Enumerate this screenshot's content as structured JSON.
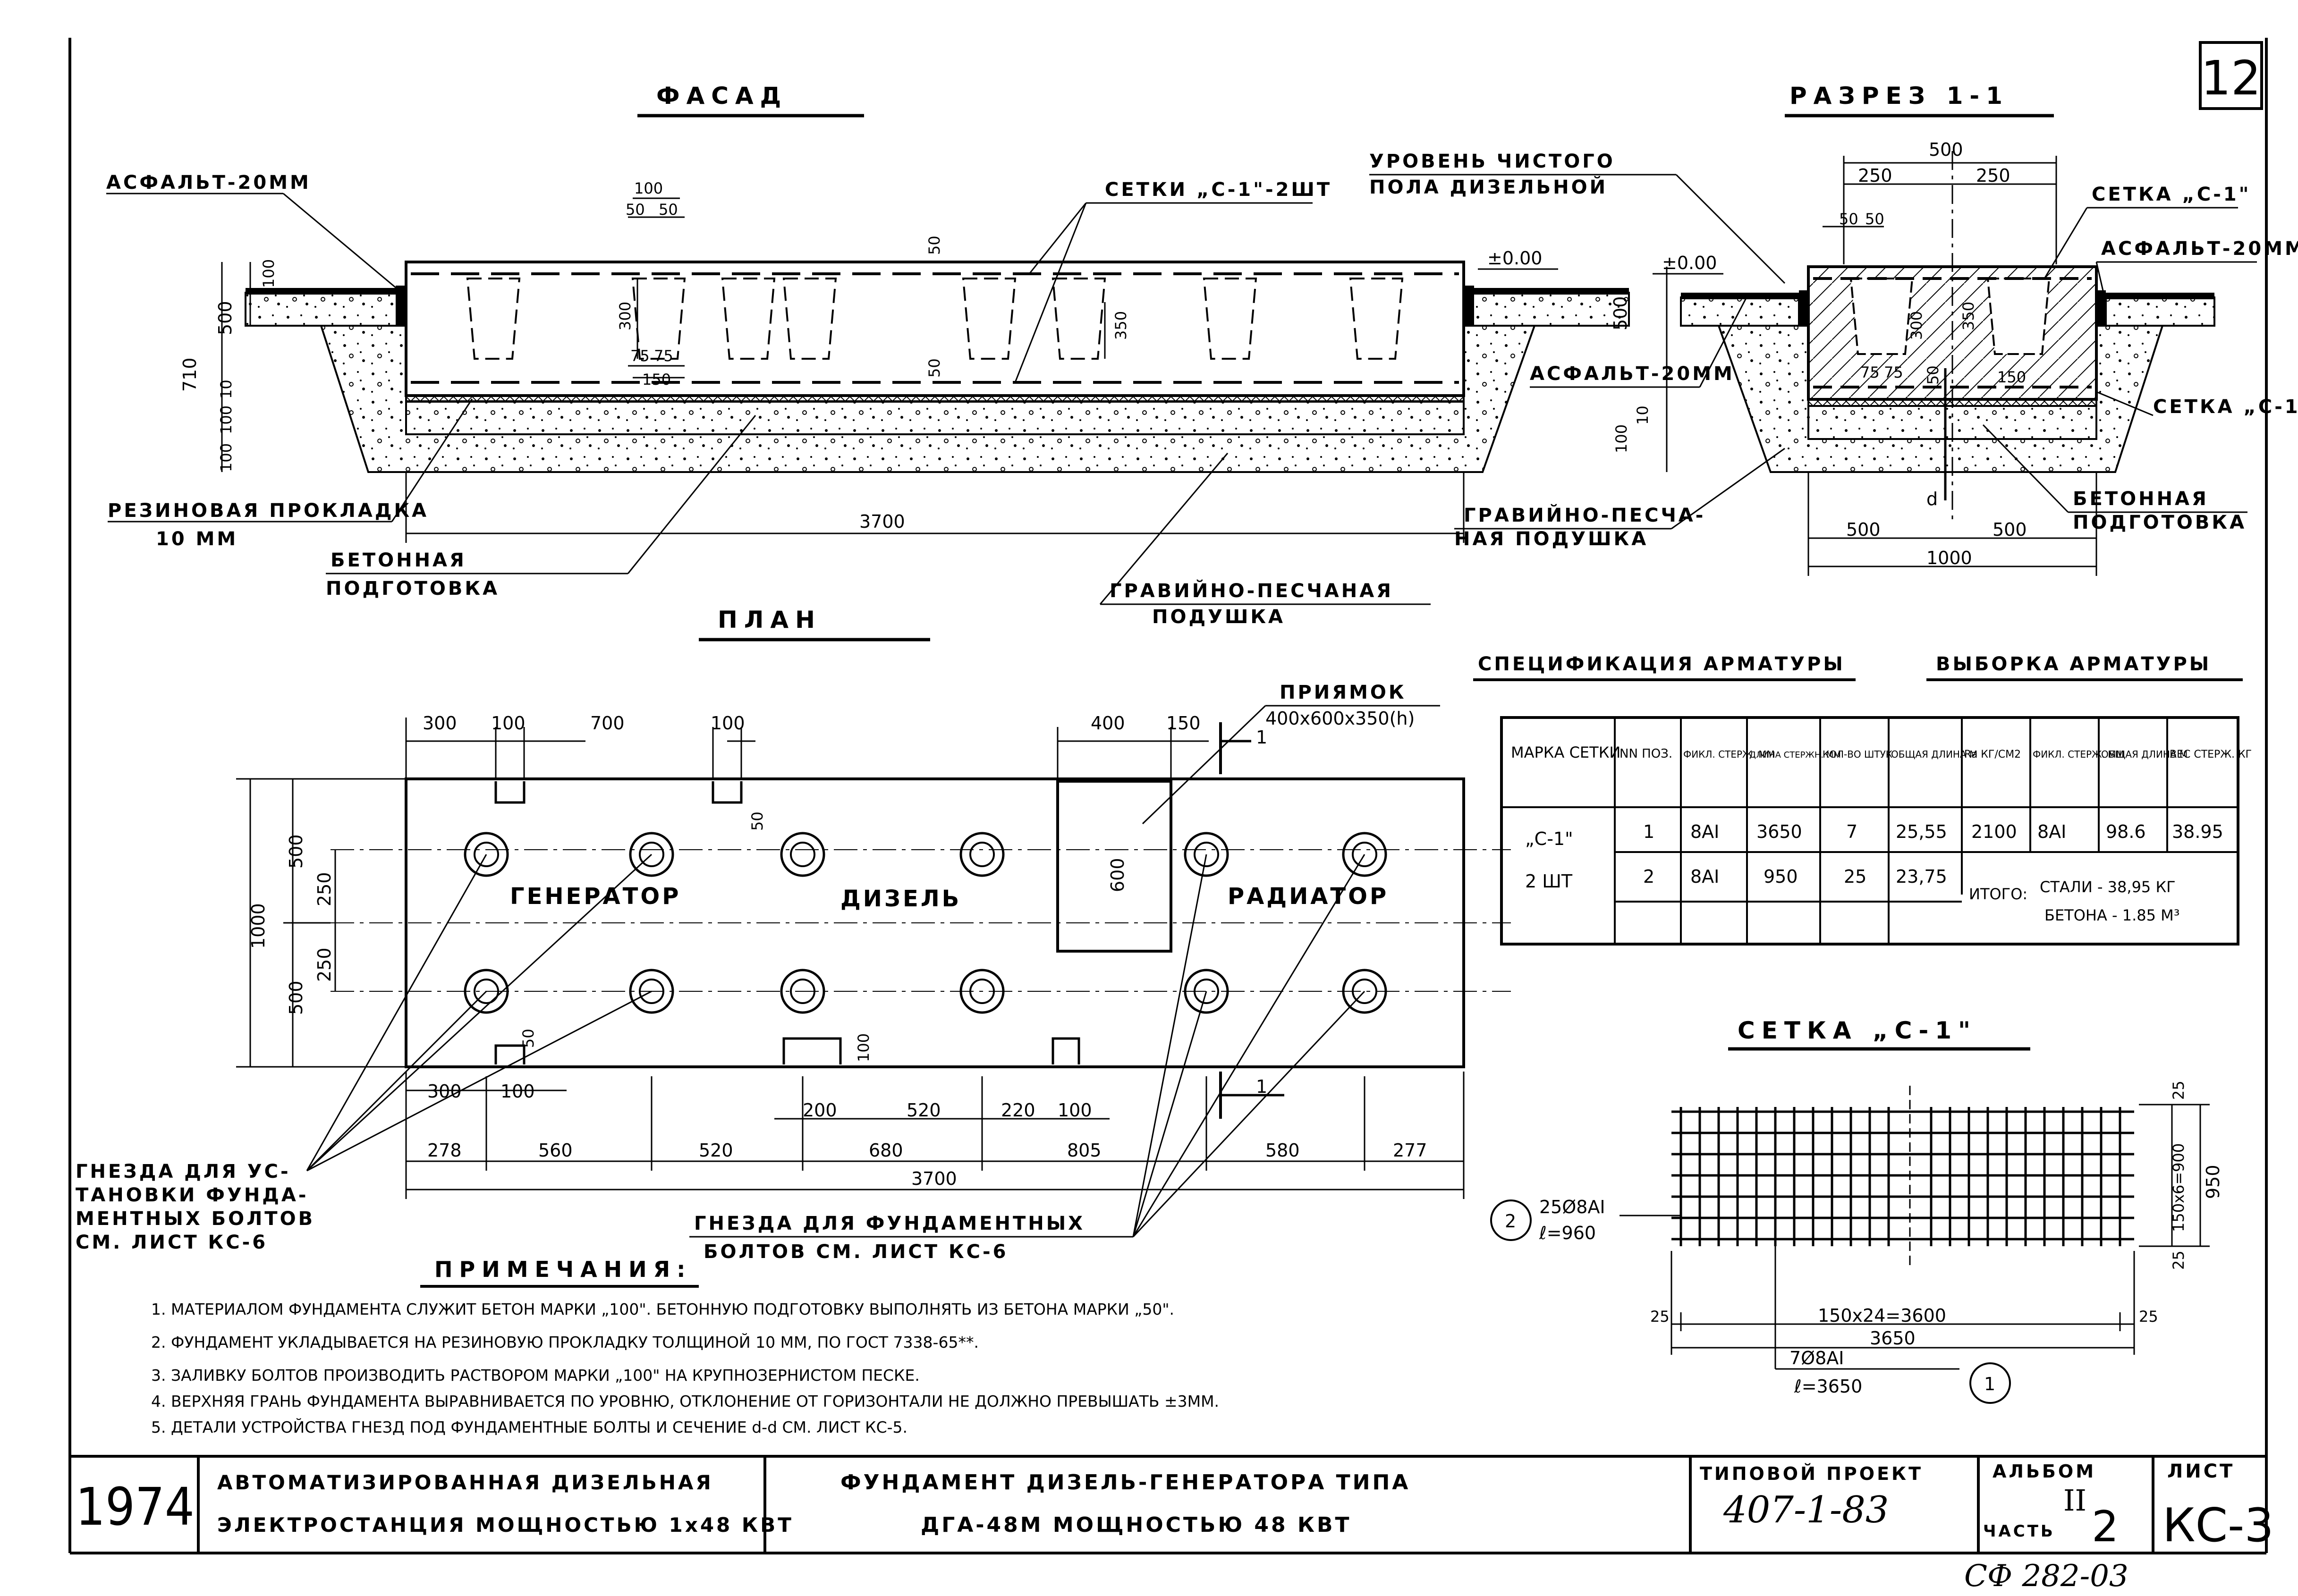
{
  "sheet_number": "12",
  "titles": {
    "facade": "ФАСАД",
    "section": "РАЗРЕЗ 1-1",
    "plan": "ПЛАН",
    "spec": "СПЕЦИФИКАЦИЯ АРМАТУРЫ",
    "sample": "ВЫБОРКА АРМАТУРЫ",
    "mesh": "СЕТКА „С-1\"",
    "notes": "ПРИМЕЧАНИЯ:"
  },
  "facade": {
    "asphalt": "АСФАЛЬТ-20ММ",
    "meshes": "СЕТКИ „С-1\"-2ШТ",
    "floor_level_1": "УРОВЕНЬ ЧИСТОГО",
    "floor_level_2": "ПОЛА ДИЗЕЛЬНОЙ",
    "level_zero": "±0.00",
    "rubber_1": "РЕЗИНОВАЯ ПРОКЛАДКА",
    "rubber_2": "10 ММ",
    "concrete_1": "БЕТОННАЯ",
    "concrete_2": "ПОДГОТОВКА",
    "gravel_1": "ГРАВИЙНО-ПЕСЧАНАЯ",
    "gravel_2": "ПОДУШКА",
    "dims": {
      "total": "3700",
      "w100": "100",
      "w50a": "50",
      "w50b": "50",
      "h50a": "50",
      "h50b": "50",
      "d300": "300",
      "d350": "350",
      "d75a": "75",
      "d75b": "75",
      "d150": "150",
      "h500": "500",
      "h710": "710",
      "h100": "100",
      "h10": "10",
      "h100b": "100",
      "h100c": "100"
    }
  },
  "section": {
    "mesh_c1": "СЕТКА „С-1\"",
    "asphalt_right": "АСФАЛЬТ-20ММ",
    "asphalt_left": "АСФАЛЬТ-20ММ",
    "mesh_c1b": "СЕТКА „С-1\"",
    "level_zero": "±0.00",
    "gravel_1": "ГРАВИЙНО-ПЕСЧА-",
    "gravel_2": "НАЯ ПОДУШКА",
    "concrete_1": "БЕТОННАЯ",
    "concrete_2": "ПОДГОТОВКА",
    "cut_d": "d",
    "dims": {
      "w500": "500",
      "w250a": "250",
      "w250b": "250",
      "w50a": "50",
      "w50b": "50",
      "h300": "300",
      "h350": "350",
      "d75a": "75",
      "d75b": "75",
      "d150": "150",
      "h50": "50",
      "h500": "500",
      "h100": "100",
      "h10": "10",
      "b500a": "500",
      "b500b": "500",
      "b1000": "1000"
    }
  },
  "plan": {
    "pit_1": "ПРИЯМОК",
    "pit_2": "400x600x350(h)",
    "generator": "ГЕНЕРАТОР",
    "diesel": "ДИЗЕЛЬ",
    "radiator": "РАДИАТОР",
    "sockets_left_1": "ГНЕЗДА ДЛЯ УС-",
    "sockets_left_2": "ТАНОВКИ ФУНДА-",
    "sockets_left_3": "МЕНТНЫХ БОЛТОВ",
    "sockets_left_4": "СМ. ЛИСТ КС-6",
    "sockets_right_1": "ГНЕЗДА ДЛЯ ФУНДАМЕНТНЫХ",
    "sockets_right_2": "БОЛТОВ СМ. ЛИСТ КС-6",
    "cut_1": "1",
    "top_dims": [
      "300",
      "100",
      "700",
      "100",
      "400",
      "150"
    ],
    "top_50": "50",
    "left_dims": {
      "h1000": "1000",
      "h500a": "500",
      "h500b": "500",
      "h250a": "250",
      "h250b": "250"
    },
    "pit_600": "600",
    "bottom_row1": [
      "300",
      "100",
      "200",
      "520",
      "220",
      "100"
    ],
    "bottom_50": "50",
    "bottom_100": "100",
    "bottom_row2": [
      "278",
      "560",
      "520",
      "680",
      "805",
      "580",
      "277"
    ],
    "total": "3700"
  },
  "spec_table": {
    "headers": [
      "МАРКА СЕТКИ",
      "NN ПОЗ.",
      "ФИКЛ. СТЕРЖ. ММ",
      "ДЛИНА СТЕРЖН. ММ",
      "КОЛ-ВО ШТУК",
      "ОБЩАЯ ДЛИНА М",
      "Ra КГ/СМ2",
      "ФИКЛ. СТЕРЖ. ММ",
      "ОБЩАЯ ДЛИНА М",
      "ВЕС СТЕРЖ. КГ"
    ],
    "mark": "„С-1\"",
    "qty": "2 ШТ",
    "rows": [
      [
        "1",
        "8AI",
        "3650",
        "7",
        "25,55"
      ],
      [
        "2",
        "8AI",
        "950",
        "25",
        "23,75"
      ]
    ],
    "ra": "2100",
    "sample_row": [
      "8AI",
      "98.6",
      "38.95"
    ],
    "total_label": "ИТОГО:",
    "total_steel": "СТАЛИ - 38,95 КГ",
    "total_concrete": "БЕТОНА - 1.85 М³"
  },
  "mesh": {
    "pos2_num": "2",
    "pos2_bar": "25Ø8AI",
    "pos2_len": "ℓ=960",
    "pos1_num": "1",
    "pos1_bar": "7Ø8AI",
    "pos1_len": "ℓ=3650",
    "dim_25a": "25",
    "dim_25b": "25",
    "dim_25c": "25",
    "dim_25d": "25",
    "dim_step": "150x24=3600",
    "dim_3650": "3650",
    "dim_v": "150x6=900",
    "dim_950": "950"
  },
  "notes": [
    "1. МАТЕРИАЛОМ ФУНДАМЕНТА СЛУЖИТ БЕТОН МАРКИ „100\". БЕТОННУЮ ПОДГОТОВКУ ВЫПОЛНЯТЬ ИЗ БЕТОНА МАРКИ „50\".",
    "2. ФУНДАМЕНТ УКЛАДЫВАЕТСЯ НА РЕЗИНОВУЮ ПРОКЛАДКУ ТОЛЩИНОЙ 10 ММ, ПО ГОСТ 7338-65**.",
    "3. ЗАЛИВКУ БОЛТОВ ПРОИЗВОДИТЬ РАСТВОРОМ МАРКИ „100\" НА КРУПНОЗЕРНИСТОМ ПЕСКЕ.",
    "4. ВЕРХНЯЯ ГРАНЬ ФУНДАМЕНТА ВЫРАВНИВАЕТСЯ ПО УРОВНЮ, ОТКЛОНЕНИЕ ОТ ГОРИЗОНТАЛИ НЕ ДОЛЖНО ПРЕВЫШАТЬ ±3ММ.",
    "5. ДЕТАЛИ УСТРОЙСТВА ГНЕЗД ПОД ФУНДАМЕНТНЫЕ БОЛТЫ И СЕЧЕНИЕ d-d СМ. ЛИСТ КС-5."
  ],
  "title_block": {
    "year": "1974",
    "object_1": "АВТОМАТИЗИРОВАННАЯ ДИЗЕЛЬНАЯ",
    "object_2": "ЭЛЕКТРОСТАНЦИЯ МОЩНОСТЬЮ 1x48 КВТ",
    "name_1": "ФУНДАМЕНТ ДИЗЕЛЬ-ГЕНЕРАТОРА ТИПА",
    "name_2": "ДГА-48М МОЩНОСТЬЮ 48 КВТ",
    "project_label": "ТИПОВОЙ ПРОЕКТ",
    "project_number": "407-1-83",
    "album_label": "АЛЬБОМ",
    "album_number": "II",
    "part_label": "ЧАСТЬ",
    "part_number": "2",
    "sheet_label": "ЛИСТ",
    "sheet_code": "КС-3",
    "archive": "СФ 282-03"
  }
}
